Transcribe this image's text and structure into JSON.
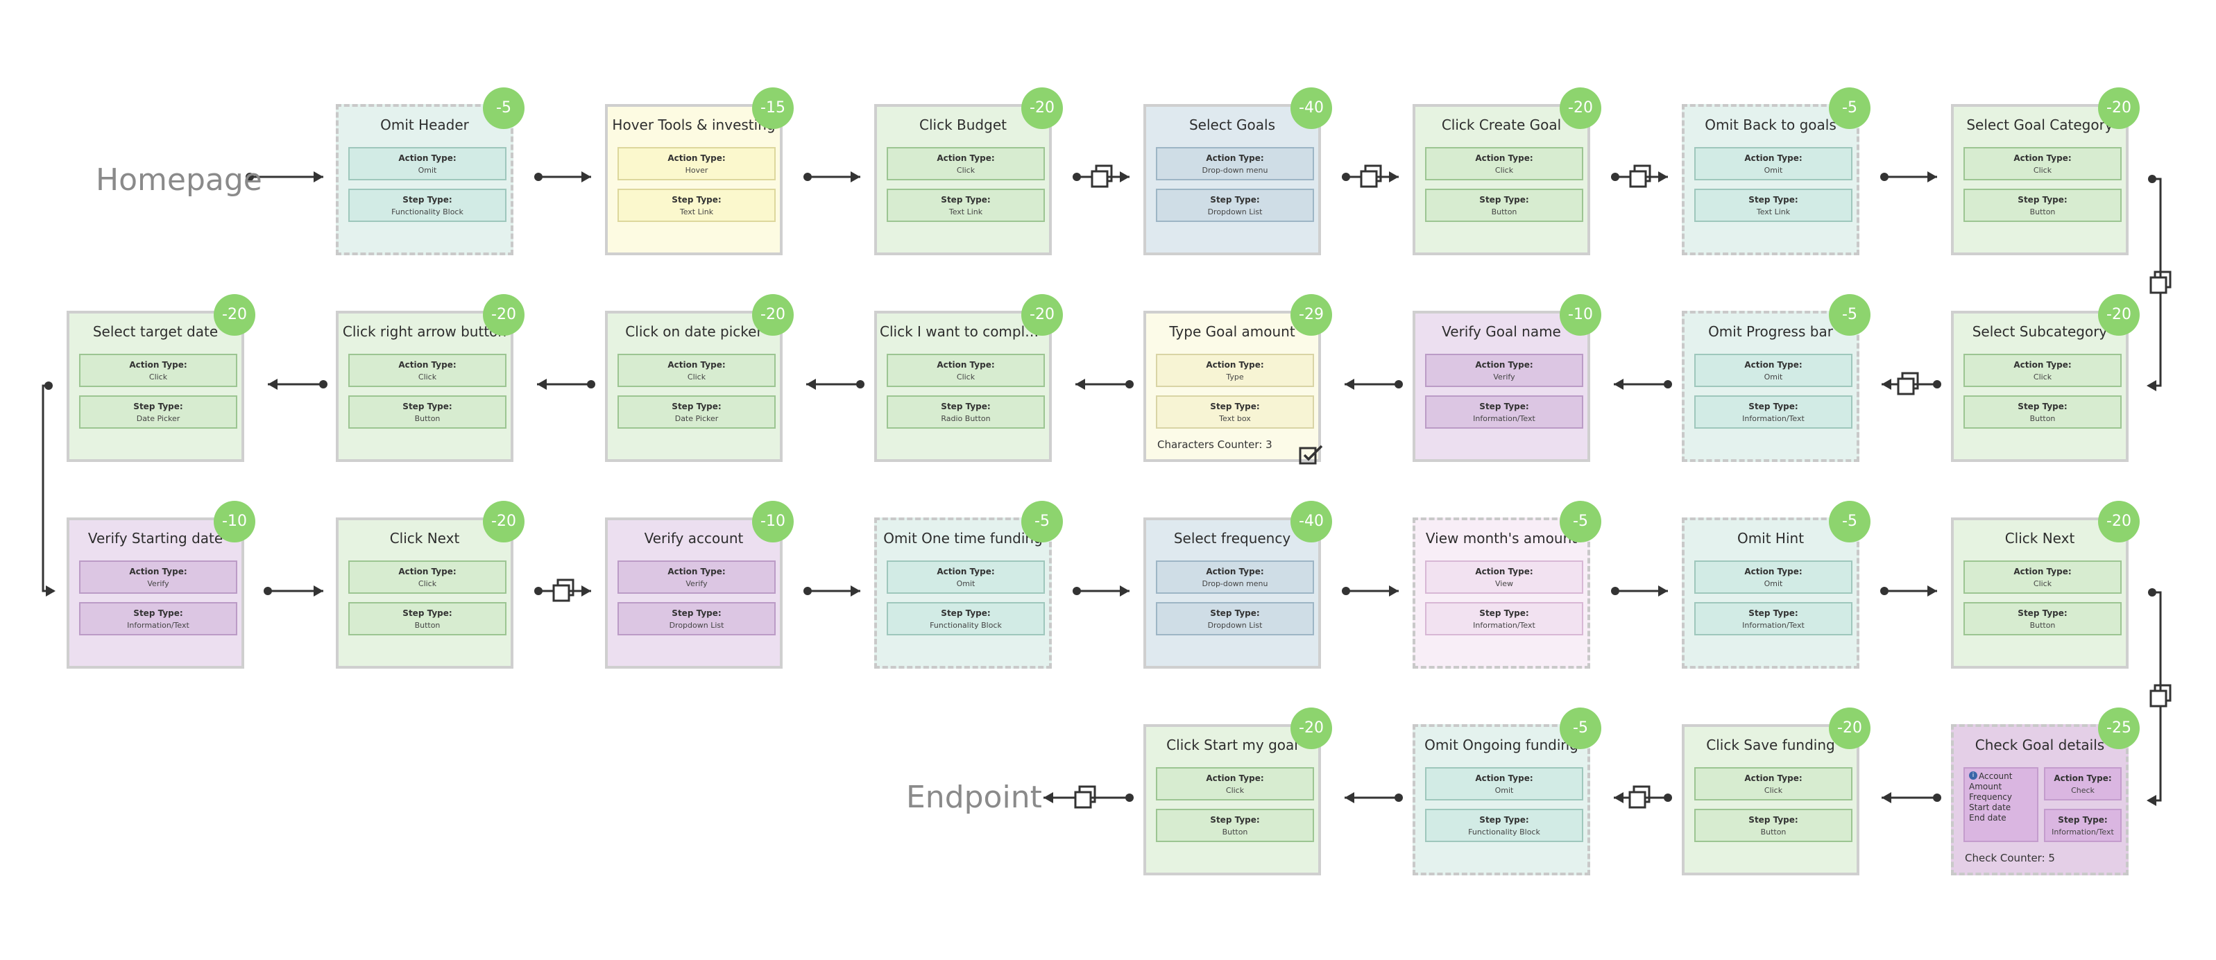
{
  "labels": {
    "start": "Homepage",
    "end": "Endpoint"
  },
  "field_labels": {
    "action": "Action Type:",
    "step": "Step Type:"
  },
  "cards": [
    {
      "id": "c1",
      "title": "Omit Header",
      "score": "-5",
      "action": "Omit",
      "step": "Functionality Block",
      "theme": "teal",
      "dashed": true
    },
    {
      "id": "c2",
      "title": "Hover Tools & investing",
      "score": "-15",
      "action": "Hover",
      "step": "Text Link",
      "theme": "yellow",
      "dashed": false
    },
    {
      "id": "c3",
      "title": "Click Budget",
      "score": "-20",
      "action": "Click",
      "step": "Text Link",
      "theme": "green",
      "dashed": false
    },
    {
      "id": "c4",
      "title": "Select Goals",
      "score": "-40",
      "action": "Drop-down menu",
      "step": "Dropdown List",
      "theme": "blue",
      "dashed": false
    },
    {
      "id": "c5",
      "title": "Click Create Goal",
      "score": "-20",
      "action": "Click",
      "step": "Button",
      "theme": "green",
      "dashed": false
    },
    {
      "id": "c6",
      "title": "Omit Back to goals",
      "score": "-5",
      "action": "Omit",
      "step": "Text Link",
      "theme": "teal",
      "dashed": true
    },
    {
      "id": "c7",
      "title": "Select Goal Category",
      "score": "-20",
      "action": "Click",
      "step": "Button",
      "theme": "green",
      "dashed": false
    },
    {
      "id": "c8",
      "title": "Select target date",
      "score": "-20",
      "action": "Click",
      "step": "Date Picker",
      "theme": "green",
      "dashed": false
    },
    {
      "id": "c9",
      "title": "Click right arrow button",
      "score": "-20",
      "action": "Click",
      "step": "Button",
      "theme": "green",
      "dashed": false
    },
    {
      "id": "c10",
      "title": "Click on date picker",
      "score": "-20",
      "action": "Click",
      "step": "Date Picker",
      "theme": "green",
      "dashed": false
    },
    {
      "id": "c11",
      "title": "Click I want to complete m...",
      "score": "-20",
      "action": "Click",
      "step": "Radio Button",
      "theme": "green",
      "dashed": false
    },
    {
      "id": "c12",
      "title": "Type Goal amount",
      "score": "-29",
      "action": "Type",
      "step": "Text box",
      "theme": "cream",
      "dashed": false,
      "counter": "Characters Counter: 3"
    },
    {
      "id": "c13",
      "title": "Verify Goal name",
      "score": "-10",
      "action": "Verify",
      "step": "Information/Text",
      "theme": "purple",
      "dashed": false
    },
    {
      "id": "c14",
      "title": "Omit Progress bar",
      "score": "-5",
      "action": "Omit",
      "step": "Information/Text",
      "theme": "teal",
      "dashed": true
    },
    {
      "id": "c15",
      "title": "Select Subcategory",
      "score": "-20",
      "action": "Click",
      "step": "Button",
      "theme": "green",
      "dashed": false
    },
    {
      "id": "c16",
      "title": "Verify Starting date",
      "score": "-10",
      "action": "Verify",
      "step": "Information/Text",
      "theme": "purple",
      "dashed": false
    },
    {
      "id": "c17",
      "title": "Click Next",
      "score": "-20",
      "action": "Click",
      "step": "Button",
      "theme": "green",
      "dashed": false
    },
    {
      "id": "c18",
      "title": "Verify account",
      "score": "-10",
      "action": "Verify",
      "step": "Dropdown List",
      "theme": "purple",
      "dashed": false
    },
    {
      "id": "c19",
      "title": "Omit One time funding",
      "score": "-5",
      "action": "Omit",
      "step": "Functionality Block",
      "theme": "teal",
      "dashed": true
    },
    {
      "id": "c20",
      "title": "Select frequency",
      "score": "-40",
      "action": "Drop-down menu",
      "step": "Dropdown List",
      "theme": "blue",
      "dashed": false
    },
    {
      "id": "c21",
      "title": "View month's amount",
      "score": "-5",
      "action": "View",
      "step": "Information/Text",
      "theme": "pink",
      "dashed": true
    },
    {
      "id": "c22",
      "title": "Omit Hint",
      "score": "-5",
      "action": "Omit",
      "step": "Information/Text",
      "theme": "teal",
      "dashed": true
    },
    {
      "id": "c23",
      "title": "Click Next",
      "score": "-20",
      "action": "Click",
      "step": "Button",
      "theme": "green",
      "dashed": false
    },
    {
      "id": "c24",
      "title": "Click Start my goal",
      "score": "-20",
      "action": "Click",
      "step": "Button",
      "theme": "green",
      "dashed": false
    },
    {
      "id": "c25",
      "title": "Omit Ongoing funding",
      "score": "-5",
      "action": "Omit",
      "step": "Functionality Block",
      "theme": "teal",
      "dashed": true
    },
    {
      "id": "c26",
      "title": "Click Save funding",
      "score": "-20",
      "action": "Click",
      "step": "Button",
      "theme": "green",
      "dashed": false
    },
    {
      "id": "c27",
      "title": "Check Goal details",
      "score": "-25",
      "action": "Check",
      "step": "Information/Text",
      "theme": "violet",
      "dashed": true,
      "info_items": [
        "Account",
        "Amount",
        "Frequency",
        "Start date",
        "End date"
      ],
      "counter": "Check Counter: 5"
    }
  ],
  "colors": {
    "badge": "#8dd46e",
    "connector": "#333333",
    "label": "#8a8a8a"
  }
}
